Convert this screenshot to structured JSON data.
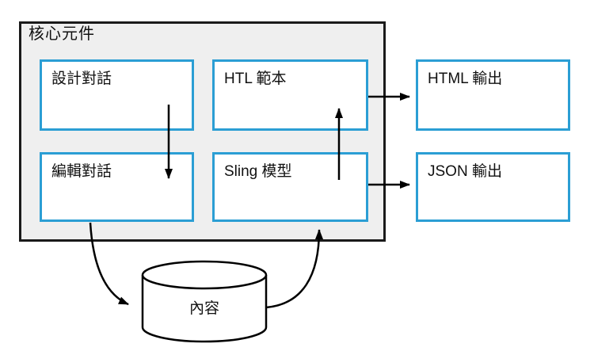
{
  "diagram": {
    "title": "核心元件",
    "core_boxes": [
      {
        "id": "design-dialog",
        "label": "設計對話"
      },
      {
        "id": "htl-template",
        "label": "HTL 範本"
      },
      {
        "id": "edit-dialog",
        "label": "編輯對話"
      },
      {
        "id": "sling-model",
        "label": "Sling 模型"
      }
    ],
    "output_boxes": [
      {
        "id": "html-output",
        "label": "HTML 輸出"
      },
      {
        "id": "json-output",
        "label": "JSON 輸出"
      }
    ],
    "datastore": {
      "shape": "cylinder",
      "label": "內容"
    },
    "connections": [
      {
        "from": "設計對話",
        "to": "編輯對話",
        "style": "straight-down"
      },
      {
        "from": "Sling 模型",
        "to": "HTL 範本",
        "style": "straight-up"
      },
      {
        "from": "HTL 範本",
        "to": "HTML 輸出",
        "style": "straight-right"
      },
      {
        "from": "Sling 模型",
        "to": "JSON 輸出",
        "style": "straight-right"
      },
      {
        "from": "編輯對話",
        "to": "內容",
        "style": "curved"
      },
      {
        "from": "內容",
        "to": "Sling 模型",
        "style": "curved"
      }
    ],
    "colors": {
      "box_border": "#2b9ed4",
      "box_fill": "#ffffff",
      "container_fill": "#efefef",
      "container_border": "#1a1a1a",
      "arrow": "#000000",
      "text": "#111111"
    }
  }
}
